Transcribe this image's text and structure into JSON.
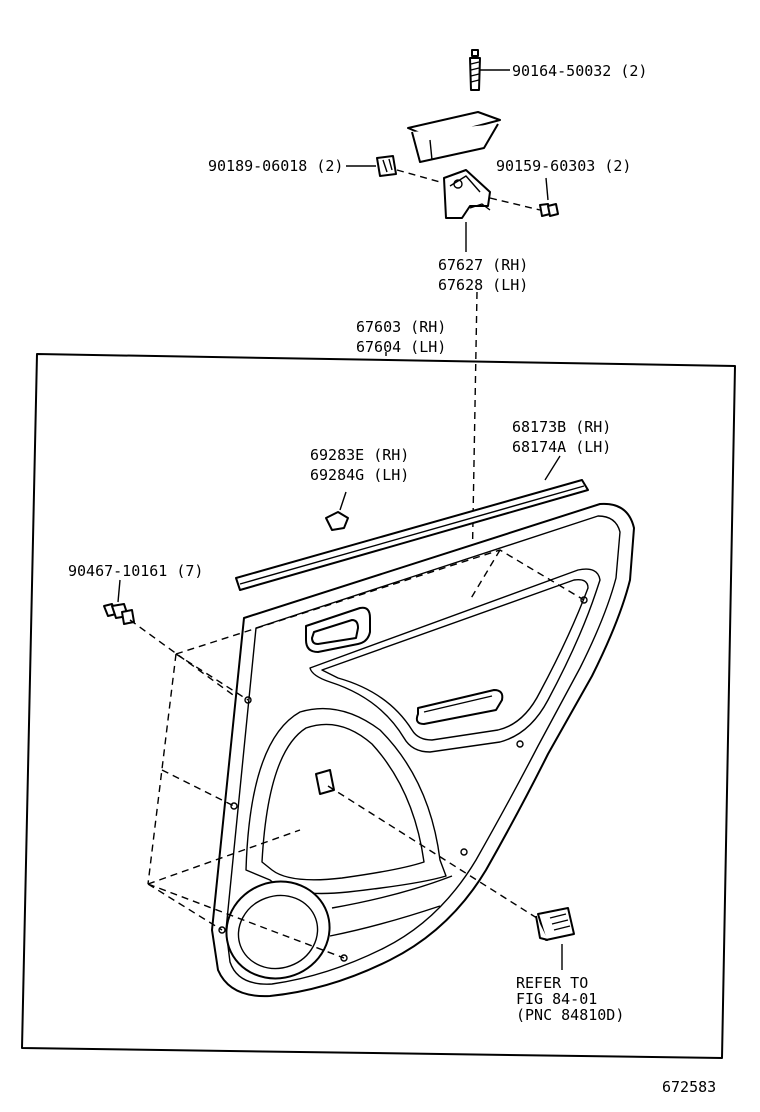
{
  "labels": {
    "bolt": "90164-50032 (2)",
    "clip_left": "90189-06018 (2)",
    "screw_right": "90159-60303 (2)",
    "bracket_rh": "67627 (RH)",
    "bracket_lh": "67628 (LH)",
    "panel_rh": "67603 (RH)",
    "panel_lh": "67604 (LH)",
    "cap_rh": "69283E (RH)",
    "cap_lh": "69284G (LH)",
    "weatherstrip_rh": "68173B (RH)",
    "weatherstrip_lh": "68174A (LH)",
    "clip_count": "90467-10161 (7)",
    "refer_1": "REFER TO",
    "refer_2": "FIG 84-01",
    "refer_3": "(PNC 84810D)",
    "figure_number": "672583"
  }
}
